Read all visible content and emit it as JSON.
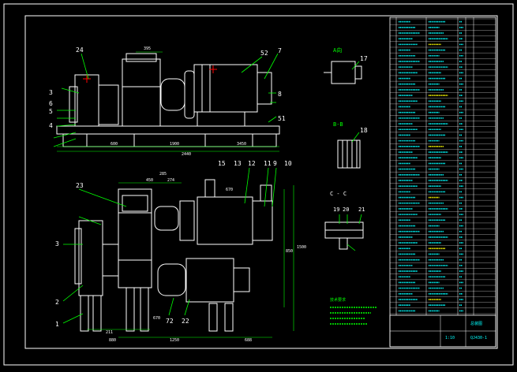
{
  "colors": {
    "background": "#000000",
    "frame": "#ffffff",
    "part": "#ffffff",
    "leader": "#00ff00",
    "dimension": "#00ff00",
    "note": "#00ff00",
    "table_text": "#00ffff",
    "table_text_alt": "#ffff00"
  },
  "section_labels": {
    "view_a": "A向",
    "view_b": "B-B",
    "view_c": "C - C"
  },
  "balloons_top": [
    "24",
    "7",
    "52",
    "8",
    "51",
    "5",
    "4",
    "3",
    "6",
    "17"
  ],
  "balloons_bottom": [
    "23",
    "19",
    "20",
    "21",
    "18",
    "11",
    "9",
    "10",
    "15",
    "12",
    "13",
    "3",
    "2",
    "1",
    "22",
    "72"
  ],
  "dimensions_top": [
    "395",
    "1900",
    "2440",
    "3450",
    "600"
  ],
  "dimensions_bottom": [
    "450",
    "274",
    "285",
    "670",
    "1500",
    "850",
    "1250",
    "688",
    "880",
    "211",
    "670"
  ],
  "notes_title": "技术要求",
  "title_block": {
    "drawing_no": "QJ430-1",
    "drawing_title": "总装图",
    "scale": "1:10"
  }
}
